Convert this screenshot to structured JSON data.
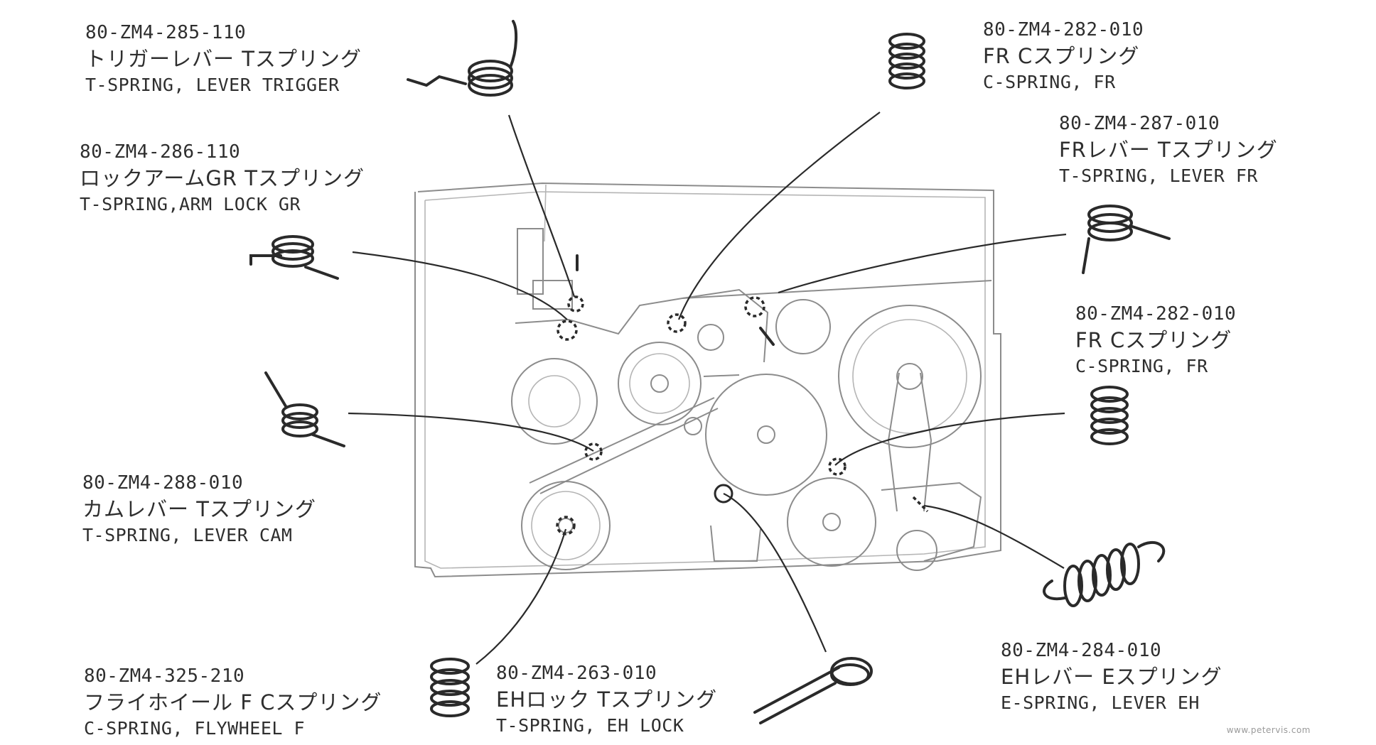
{
  "callouts": [
    {
      "part_no": "80-ZM4-285-110",
      "jp": "トリガーレバー Tスプリング",
      "en": "T-SPRING, LEVER TRIGGER"
    },
    {
      "part_no": "80-ZM4-286-110",
      "jp": "ロックアームGR Tスプリング",
      "en": "T-SPRING,ARM LOCK GR"
    },
    {
      "part_no": "80-ZM4-288-010",
      "jp": "カムレバー Tスプリング",
      "en": "T-SPRING, LEVER CAM"
    },
    {
      "part_no": "80-ZM4-325-210",
      "jp": "フライホイール F Cスプリング",
      "en": "C-SPRING, FLYWHEEL F"
    },
    {
      "part_no": "80-ZM4-263-010",
      "jp": "EHロック Tスプリング",
      "en": "T-SPRING, EH LOCK"
    },
    {
      "part_no": "80-ZM4-282-010",
      "jp": "FR Cスプリング",
      "en": "C-SPRING, FR"
    },
    {
      "part_no": "80-ZM4-287-010",
      "jp": "FRレバー Tスプリング",
      "en": "T-SPRING, LEVER FR"
    },
    {
      "part_no": "80-ZM4-282-010",
      "jp": "FR Cスプリング",
      "en": "C-SPRING, FR"
    },
    {
      "part_no": "80-ZM4-284-010",
      "jp": "EHレバー Eスプリング",
      "en": "E-SPRING, LEVER EH"
    }
  ],
  "watermark": "www.petervis.com",
  "colors": {
    "ink": "#2a2a2a",
    "mechanism": "#8c8c8c",
    "text": "#2e2e2e"
  }
}
